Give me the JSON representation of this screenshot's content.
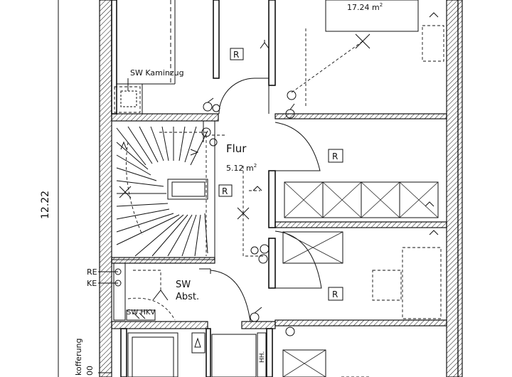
{
  "labels": {
    "room_area_top": "17.24 m",
    "room_area_top_sup": "2",
    "sw_kaminzug": "SW Kaminzug",
    "flur_name": "Flur",
    "flur_area": "5.12 m",
    "flur_area_sup": "2",
    "dimension_vertical": "12.22",
    "re": "RE",
    "ke": "KE",
    "sw_abst_line1": "SW",
    "sw_abst_line2": "Abst.",
    "sw_hkv": "SW HKV",
    "hh": "HH.",
    "kofferung": "kofferung",
    "kofferung_value": "00"
  },
  "symbols": {
    "radiator_marker": "R"
  },
  "colors": {
    "line": "#111111",
    "background": "#ffffff"
  }
}
